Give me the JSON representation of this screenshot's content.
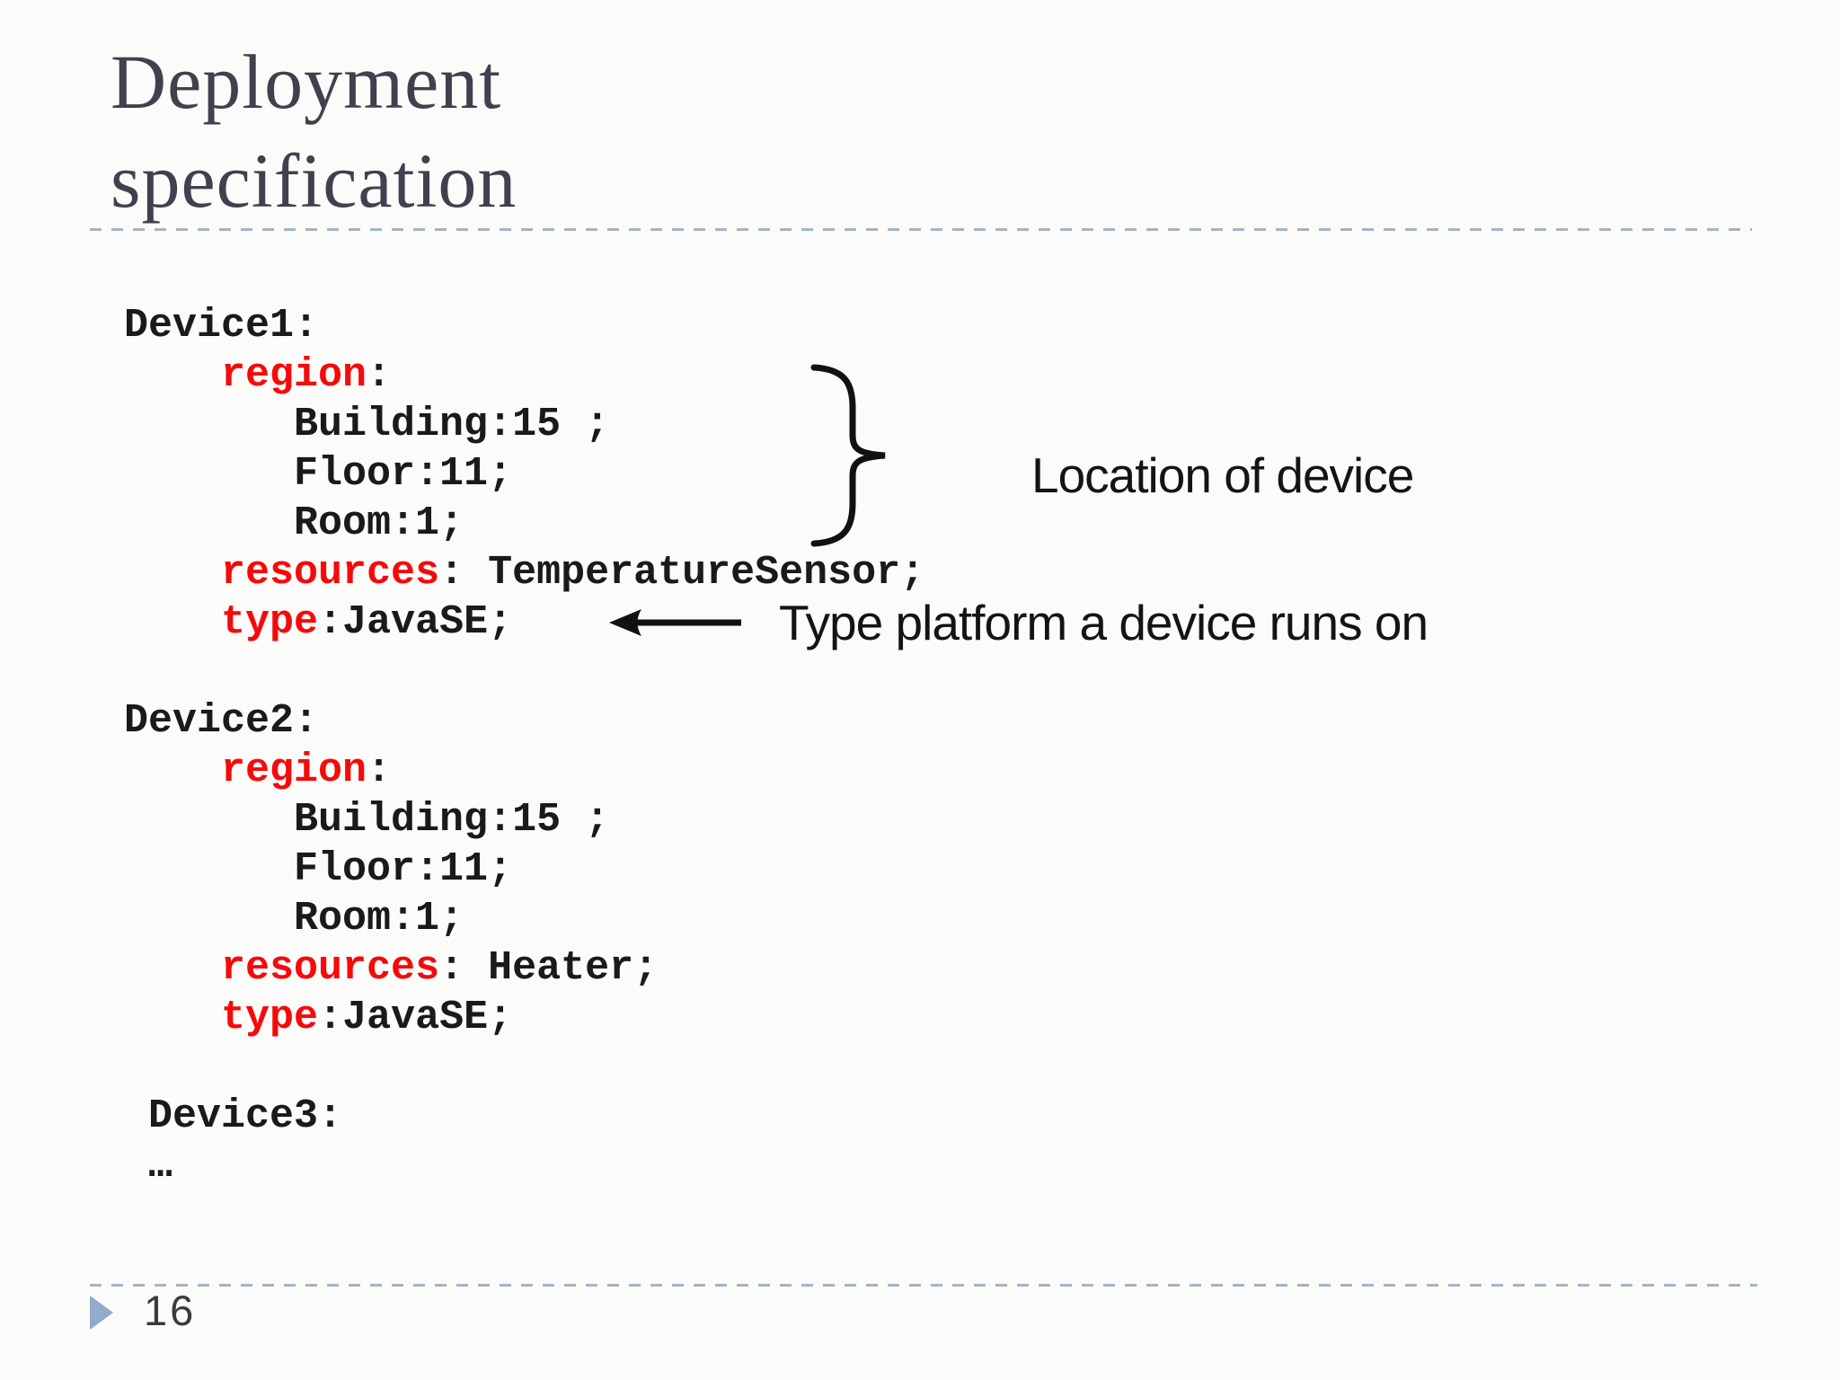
{
  "slide": {
    "title_line1": "Deployment",
    "title_line2": "specification",
    "page_number": "16"
  },
  "code": {
    "lines": [
      {
        "segments": [
          {
            "text": "Device1:"
          }
        ]
      },
      {
        "segments": [
          {
            "text": "    "
          },
          {
            "text": "region",
            "kw": true
          },
          {
            "text": ":"
          }
        ]
      },
      {
        "segments": [
          {
            "text": "       Building:15 ;"
          }
        ]
      },
      {
        "segments": [
          {
            "text": "       Floor:11;"
          }
        ]
      },
      {
        "segments": [
          {
            "text": "       Room:1;"
          }
        ]
      },
      {
        "segments": [
          {
            "text": "    "
          },
          {
            "text": "resources",
            "kw": true
          },
          {
            "text": ": TemperatureSensor;"
          }
        ]
      },
      {
        "segments": [
          {
            "text": "    "
          },
          {
            "text": "type",
            "kw": true
          },
          {
            "text": ":JavaSE;"
          }
        ]
      },
      {
        "segments": []
      },
      {
        "segments": [
          {
            "text": "Device2:"
          }
        ]
      },
      {
        "segments": [
          {
            "text": "    "
          },
          {
            "text": "region",
            "kw": true
          },
          {
            "text": ":"
          }
        ]
      },
      {
        "segments": [
          {
            "text": "       Building:15 ;"
          }
        ]
      },
      {
        "segments": [
          {
            "text": "       Floor:11;"
          }
        ]
      },
      {
        "segments": [
          {
            "text": "       Room:1;"
          }
        ]
      },
      {
        "segments": [
          {
            "text": "    "
          },
          {
            "text": "resources",
            "kw": true
          },
          {
            "text": ": Heater;"
          }
        ]
      },
      {
        "segments": [
          {
            "text": "    "
          },
          {
            "text": "type",
            "kw": true
          },
          {
            "text": ":JavaSE;"
          }
        ]
      },
      {
        "segments": []
      },
      {
        "segments": [
          {
            "text": " Device3:"
          }
        ]
      },
      {
        "segments": [
          {
            "text": " …"
          }
        ]
      }
    ]
  },
  "annotations": {
    "location_label": "Location of device",
    "type_label": "Type platform a device runs on"
  },
  "icons": {
    "brace": "right-curly-brace",
    "arrow": "left-arrow",
    "page_bullet": "right-triangle"
  },
  "colors": {
    "background": "#FBFBFA",
    "title_text": "#42404E",
    "code_text": "#1A1A1A",
    "keyword_red": "#F50A0A",
    "annotation_text": "#141414",
    "rule_gray": "#ABB2BA",
    "rule_blue": "#9FB6CE",
    "bullet_blue": "#8FACC8"
  }
}
